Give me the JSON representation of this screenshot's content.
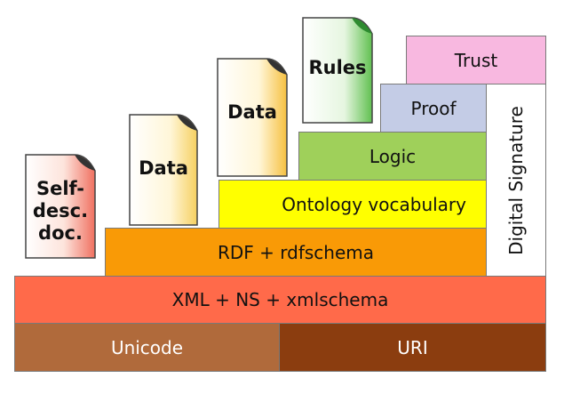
{
  "layers": {
    "unicode": "Unicode",
    "uri": "URI",
    "xml": "XML + NS + xmlschema",
    "rdf": "RDF + rdfschema",
    "ontology": "Ontology vocabulary",
    "logic": "Logic",
    "proof": "Proof",
    "trust": "Trust",
    "signature": "Digital Signature"
  },
  "documents": {
    "selfdesc": [
      "Self-",
      "desc.",
      "doc."
    ],
    "data1": "Data",
    "data2": "Data",
    "rules": "Rules"
  },
  "colors": {
    "unicode": "#b06a3b",
    "uri": "#8b3d0f",
    "xml": "#ff6a4a",
    "rdf": "#f99a06",
    "ontology": "#ffff00",
    "logic": "#9fd05a",
    "proof": "#c4cce6",
    "trust": "#f8b8e0",
    "doc_red": "#f07060",
    "doc_yellow": "#f6d060",
    "doc_green": "#60c050"
  }
}
